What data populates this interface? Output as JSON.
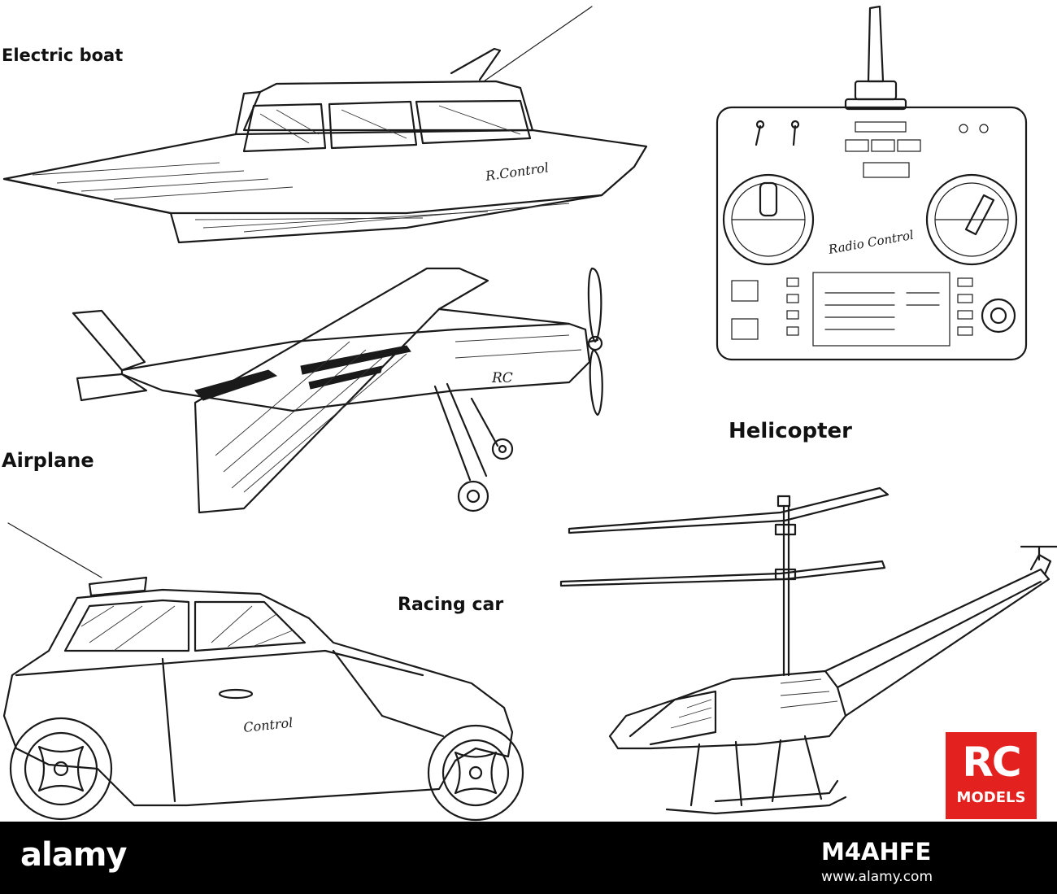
{
  "labels": {
    "electric_boat": "Electric boat",
    "airplane": "Airplane",
    "helicopter": "Helicopter",
    "racing_car": "Racing car"
  },
  "badge": {
    "line1": "RC",
    "line2": "MODELS",
    "color": "#e3221f"
  },
  "footer": {
    "logo": "alamy",
    "image_id": "M4AHFE",
    "url": "www.alamy.com"
  }
}
